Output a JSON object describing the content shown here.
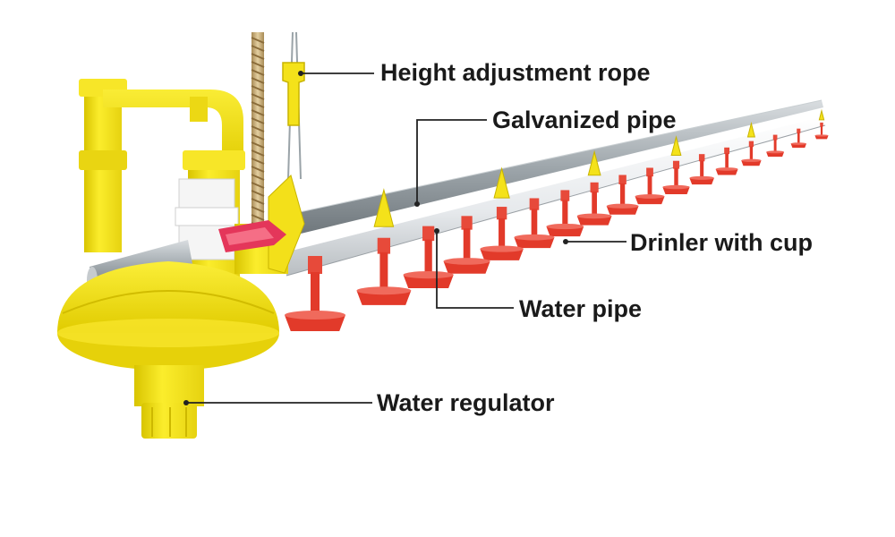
{
  "labels": {
    "height_adjustment_rope": "Height adjustment rope",
    "galvanized_pipe": "Galvanized pipe",
    "drinker_with_cup": "Drinler with cup",
    "water_pipe": "Water pipe",
    "water_regulator": "Water regulator"
  },
  "colors": {
    "yellow": "#f4e21a",
    "red": "#e23a2a",
    "galvanized": "#9ea6ab",
    "water_pipe": "#e9ecef",
    "leader_line": "#222222"
  }
}
